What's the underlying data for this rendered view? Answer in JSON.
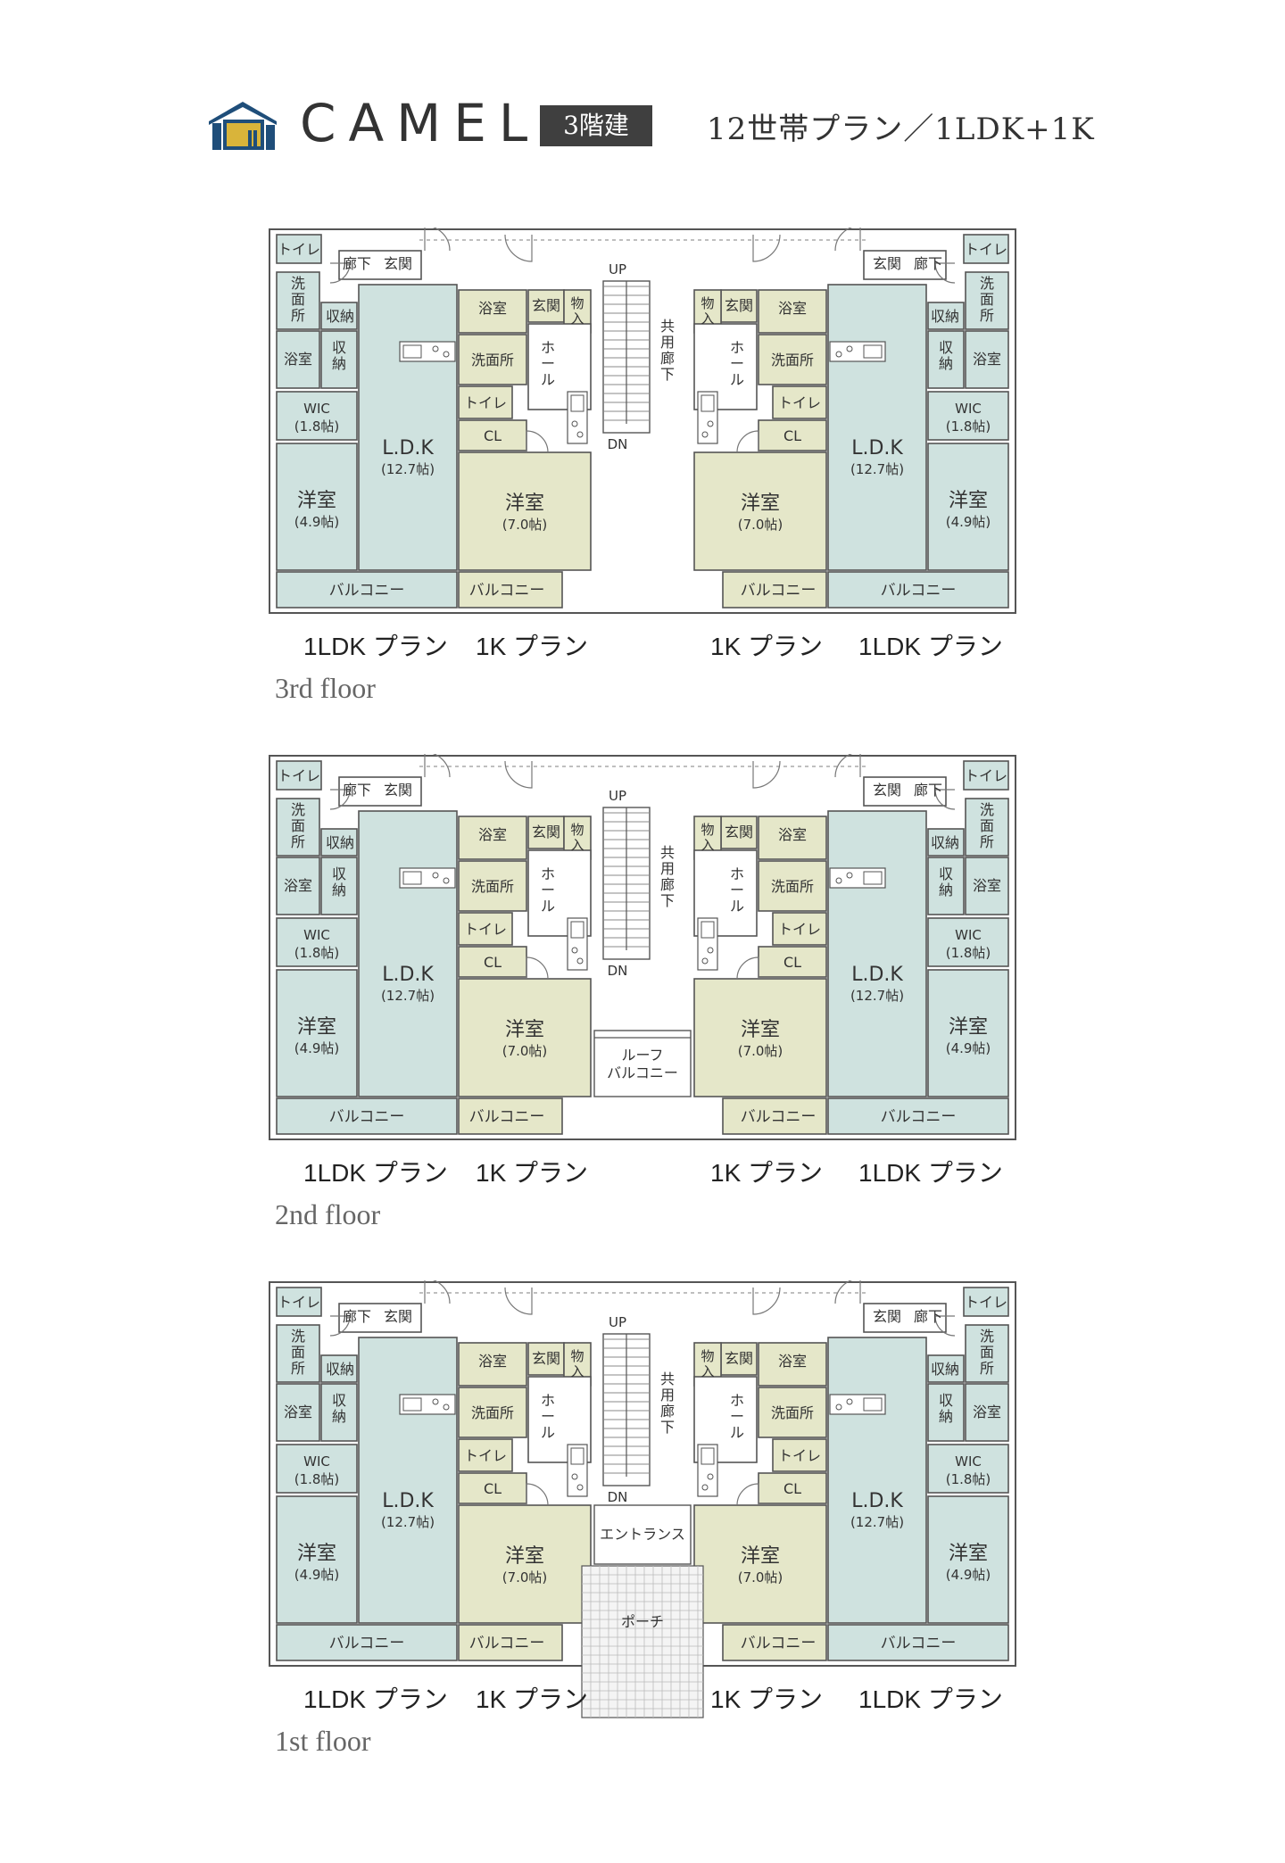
{
  "header": {
    "brand": "CAMEL",
    "storey_badge": "3階建",
    "plan_title": "12世帯プラン／1LDK+1K"
  },
  "colors": {
    "ldk_fill": "#cfe2df",
    "k_fill": "#e5e7c9",
    "wall": "#555555",
    "logo_blue": "#1f4e7a",
    "logo_gold": "#d9b43a"
  },
  "rooms": {
    "toilet": "トイレ",
    "hall_corridor": "廊下",
    "entrance": "玄関",
    "washroom_vertical": "洗面所",
    "storage_h": "収納",
    "storage_v": "収納",
    "bath": "浴室",
    "wic": "WIC",
    "wic_size": "(1.8帖)",
    "ldk": "L.D.K",
    "ldk_size": "(12.7帖)",
    "western": "洋室",
    "western_ldk_size": "(4.9帖)",
    "western_k_size": "(7.0帖)",
    "balcony": "バルコニー",
    "closet": "物入",
    "hall": "ホール",
    "washroom": "洗面所",
    "cl": "CL",
    "up": "UP",
    "dn": "DN",
    "common_corridor": "共用廊下",
    "roof_balcony_1": "ルーフ",
    "roof_balcony_2": "バルコニー",
    "entrance_hall": "エントランス",
    "porch": "ポーチ"
  },
  "floors": [
    {
      "label": "3rd floor",
      "plan_labels": [
        "1LDK プラン",
        "1K プラン",
        "1K プラン",
        "1LDK プラン"
      ]
    },
    {
      "label": "2nd floor",
      "plan_labels": [
        "1LDK プラン",
        "1K プラン",
        "1K プラン",
        "1LDK プラン"
      ]
    },
    {
      "label": "1st floor",
      "plan_labels": [
        "1LDK プラン",
        "1K プラン",
        "1K プラン",
        "1LDK プラン"
      ]
    }
  ]
}
